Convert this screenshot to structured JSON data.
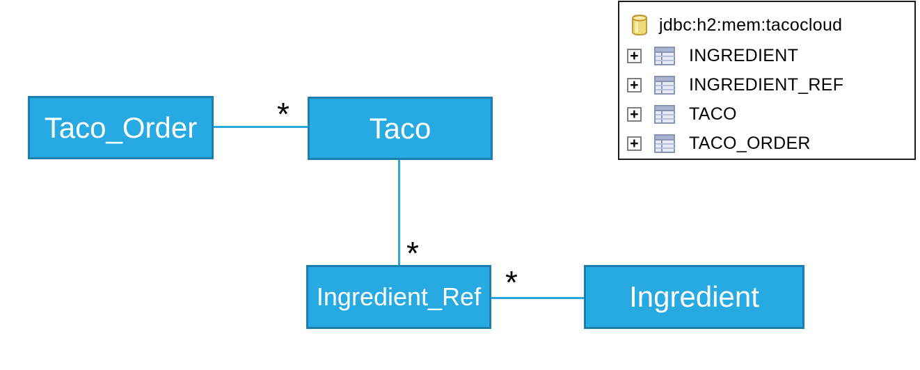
{
  "diagram": {
    "colors": {
      "box_fill": "#26AAE1",
      "box_border": "#1B7FB0",
      "connector": "#2AA7DC",
      "box_text": "#FFFFFF",
      "multiplicity_text": "#000000"
    },
    "entities": [
      {
        "label": "Taco_Order"
      },
      {
        "label": "Taco"
      },
      {
        "label": "Ingredient_Ref"
      },
      {
        "label": "Ingredient"
      }
    ],
    "relations": [
      {
        "from": "Taco_Order",
        "to": "Taco",
        "multiplicity": "*"
      },
      {
        "from": "Taco",
        "to": "Ingredient_Ref",
        "multiplicity": "*"
      },
      {
        "from": "Ingredient_Ref",
        "to": "Ingredient",
        "multiplicity": "*"
      }
    ]
  },
  "db_tree": {
    "connection_label": "jdbc:h2:mem:tacocloud",
    "expand_glyph": "+",
    "tables": [
      {
        "label": "INGREDIENT"
      },
      {
        "label": "INGREDIENT_REF"
      },
      {
        "label": "TACO"
      },
      {
        "label": "TACO_ORDER"
      }
    ],
    "colors": {
      "panel_border": "#1C1C1C",
      "text": "#000000",
      "db_icon_gold": "#F0DA7A",
      "table_icon_header": "#AAB4D0"
    }
  }
}
